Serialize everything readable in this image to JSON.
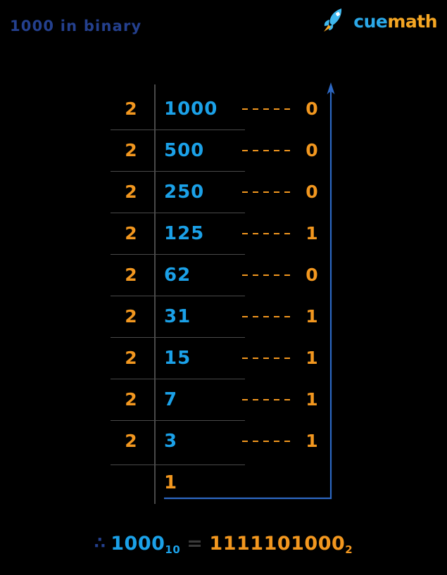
{
  "page": {
    "title": "1000 in binary",
    "background_color": "#000000"
  },
  "brand": {
    "name_part1": "cue",
    "name_part2": "math",
    "icon": "rocket-icon",
    "color_cue": "#2BA8E8",
    "color_math": "#F5A623"
  },
  "colors": {
    "title": "#24408E",
    "divisor": "#F2971F",
    "quotient": "#1BA1E8",
    "remainder": "#F2971F",
    "dash_line": "#F2971F",
    "table_line": "#4A4A4A",
    "arrow": "#2D68C4"
  },
  "division_table": {
    "method": "repeated-division-by-2",
    "columns": [
      "divisor",
      "quotient",
      "remainder"
    ],
    "rows": [
      {
        "divisor": "2",
        "quotient": "1000",
        "remainder": "0"
      },
      {
        "divisor": "2",
        "quotient": "500",
        "remainder": "0"
      },
      {
        "divisor": "2",
        "quotient": "250",
        "remainder": "0"
      },
      {
        "divisor": "2",
        "quotient": "125",
        "remainder": "1"
      },
      {
        "divisor": "2",
        "quotient": "62",
        "remainder": "0"
      },
      {
        "divisor": "2",
        "quotient": "31",
        "remainder": "1"
      },
      {
        "divisor": "2",
        "quotient": "15",
        "remainder": "1"
      },
      {
        "divisor": "2",
        "quotient": "7",
        "remainder": "1"
      },
      {
        "divisor": "2",
        "quotient": "3",
        "remainder": "1"
      }
    ],
    "final_quotient": "1"
  },
  "arrow": {
    "label": "read-remainders-upward"
  },
  "result": {
    "therefore_symbol": "∴",
    "decimal_value": "1000",
    "decimal_base": "10",
    "equals": "=",
    "binary_value": "1111101000",
    "binary_base": "2"
  }
}
